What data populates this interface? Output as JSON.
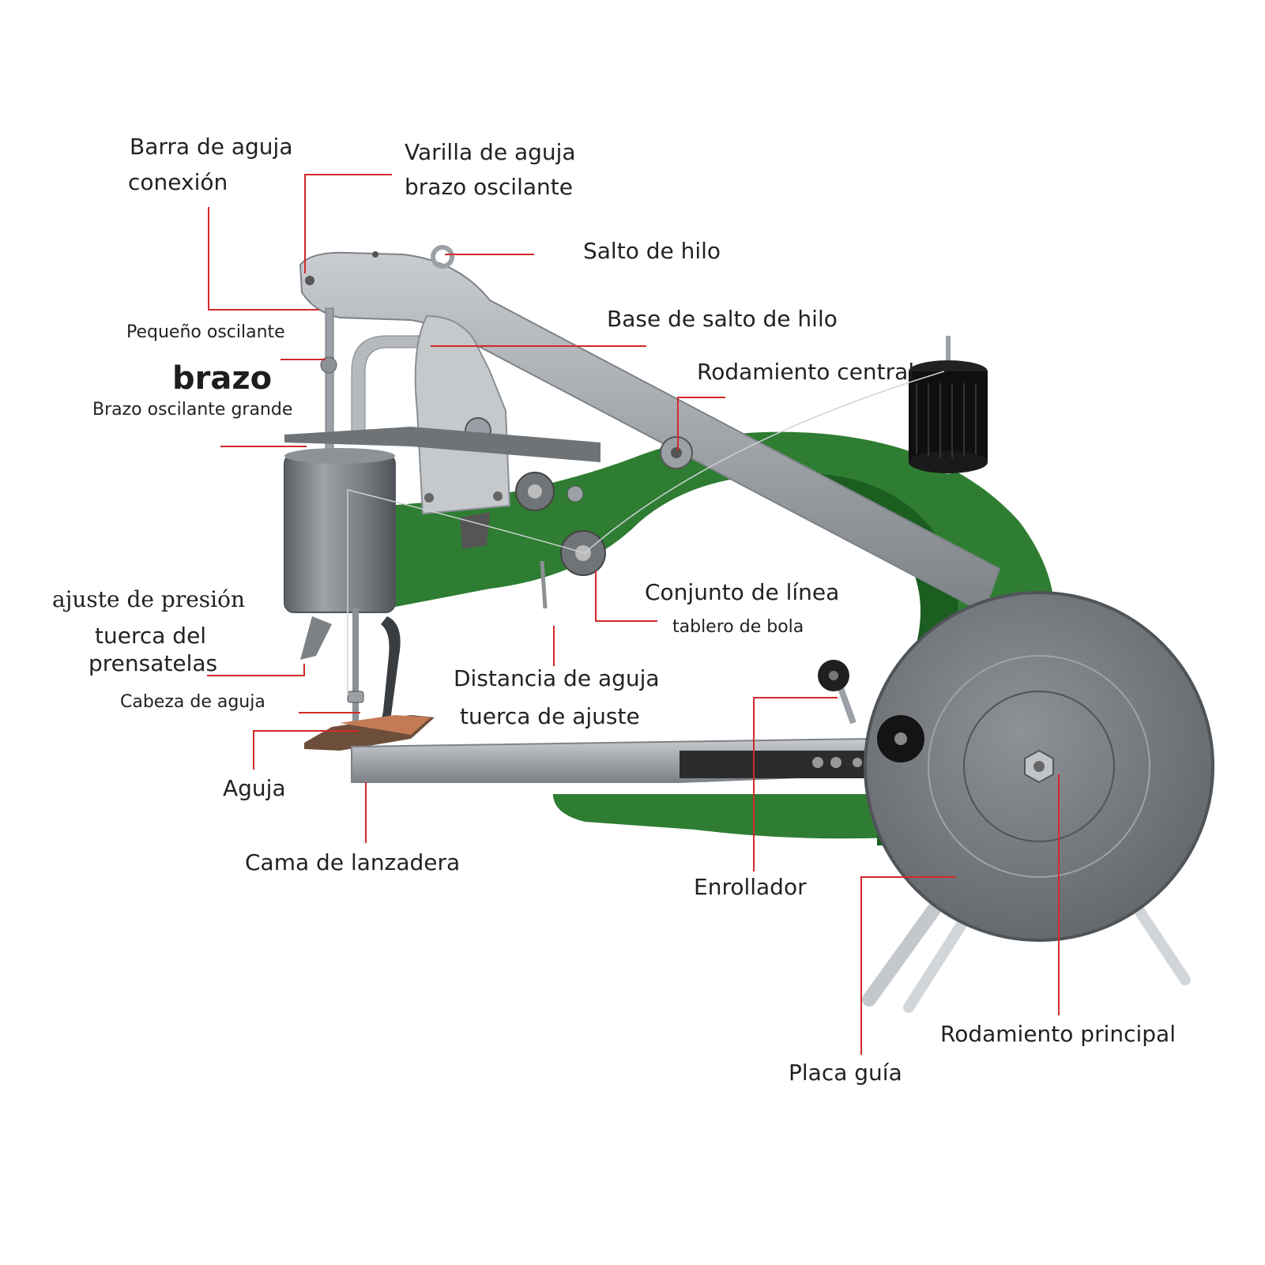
{
  "colors": {
    "leader": "#d22a2a",
    "frame_green": "#2e7d32",
    "frame_green_dark": "#1b5e20",
    "steel": "#a9adb1",
    "steel_dark": "#6f7479",
    "wheel": "#75797d",
    "thread": "#111111",
    "background": "#ffffff"
  },
  "labels": {
    "needle_bar_connection": {
      "line1": "Barra de aguja",
      "line2": "conexión"
    },
    "needle_rod_rocker": {
      "line1": "Varilla de aguja",
      "line2": "brazo oscilante"
    },
    "thread_take_up": "Salto de hilo",
    "take_up_base": "Base de salto de hilo",
    "small_rocker": {
      "line1": "Pequeño oscilante",
      "line2": "brazo"
    },
    "central_bearing": "Rodamiento central",
    "large_rocker": "Brazo oscilante grande",
    "pressure_adjust": {
      "line1": "ajuste de presión",
      "line2": "tuerca del",
      "line3": "prensatelas"
    },
    "line_assembly": {
      "line1": "Conjunto de línea",
      "line2": "tablero de bola"
    },
    "needle_head": "Cabeza de aguja",
    "needle_distance": {
      "line1": "Distancia de aguja",
      "line2": "tuerca de ajuste"
    },
    "needle": "Aguja",
    "shuttle_bed": "Cama de lanzadera",
    "winder": "Enrollador",
    "main_bearing": "Rodamiento principal",
    "guide_plate": "Placa guía"
  }
}
